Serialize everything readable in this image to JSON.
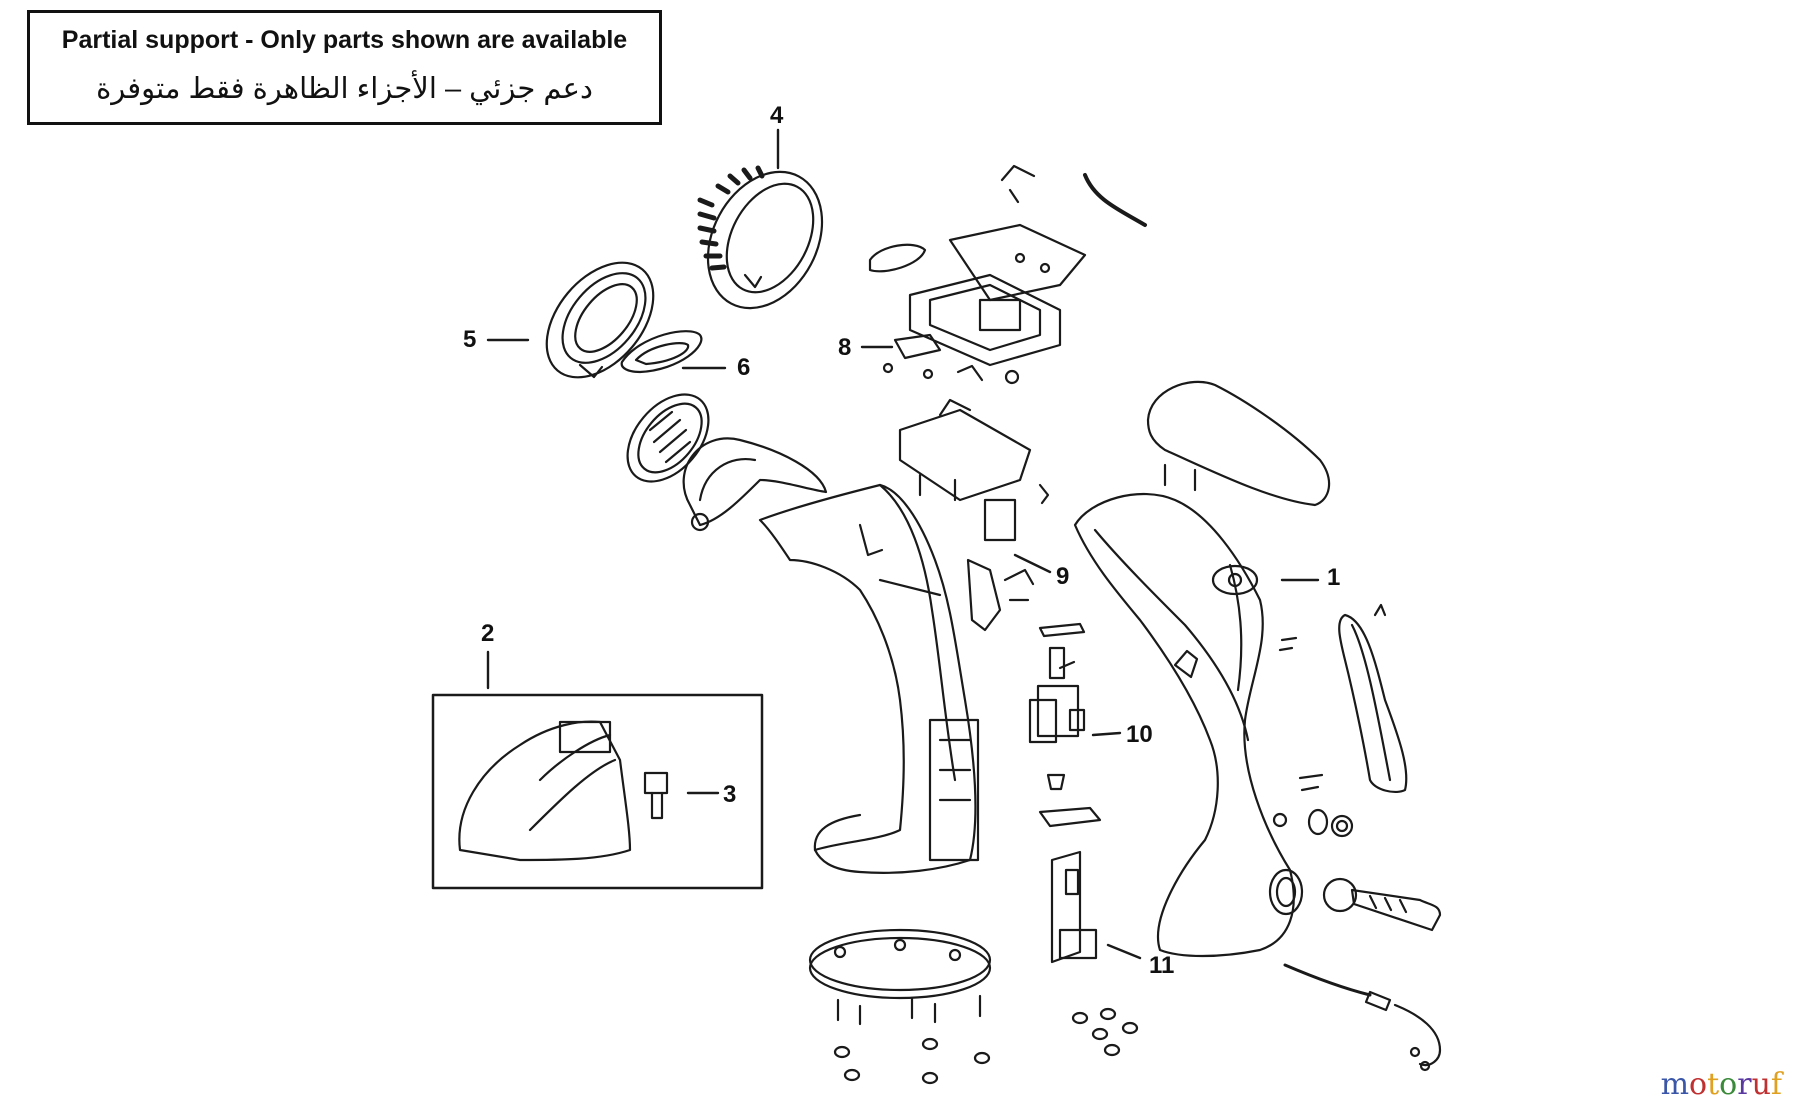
{
  "notice": {
    "english": "Partial support - Only parts shown are available",
    "arabic": "دعم جزئي – الأجزاء الظاهرة فقط متوفرة"
  },
  "callouts": [
    "1",
    "2",
    "3",
    "4",
    "5",
    "6",
    "8",
    "9",
    "10",
    "11"
  ],
  "watermark": {
    "text": "motoruf",
    "colors": [
      "#3a56a8",
      "#c03030",
      "#e0a020",
      "#3a8a3a",
      "#5a3aa0",
      "#c03030",
      "#e0a020"
    ]
  }
}
